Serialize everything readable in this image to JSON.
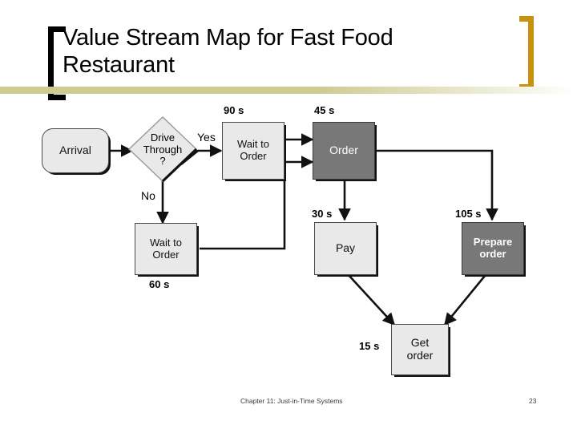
{
  "slide": {
    "title": "Value Stream Map for Fast Food Restaurant",
    "footer": "Chapter 11: Just-in-Time Systems",
    "page_number": "23",
    "accent_color": "#C89211",
    "rule_color": "#CDCB92"
  },
  "diagram": {
    "type": "flowchart",
    "nodes": [
      {
        "id": "arrival",
        "label": "Arrival",
        "shape": "rounded-rect",
        "fill": "light",
        "time": null
      },
      {
        "id": "decision",
        "label": "Drive Through ?",
        "shape": "diamond",
        "fill": "light",
        "time": null
      },
      {
        "id": "wait_top",
        "label": "Wait to Order",
        "shape": "rect",
        "fill": "light",
        "time": "90 s"
      },
      {
        "id": "order",
        "label": "Order",
        "shape": "rect",
        "fill": "dark",
        "time": "45 s"
      },
      {
        "id": "wait_bottom",
        "label": "Wait to Order",
        "shape": "rect",
        "fill": "light",
        "time": "60 s"
      },
      {
        "id": "pay",
        "label": "Pay",
        "shape": "rect",
        "fill": "light",
        "time": "30 s"
      },
      {
        "id": "prepare_order",
        "label": "Prepare order",
        "shape": "rect",
        "fill": "dark",
        "time": "105 s"
      },
      {
        "id": "get_order",
        "label": "Get order",
        "shape": "rect",
        "fill": "light",
        "time": "15 s"
      }
    ],
    "node_labels": {
      "arrival": "Arrival",
      "decision_line1": "Drive",
      "decision_line2": "Through",
      "decision_line3": "?",
      "wait_top_line1": "Wait to",
      "wait_top_line2": "Order",
      "order": "Order",
      "wait_bottom_line1": "Wait to",
      "wait_bottom_line2": "Order",
      "pay": "Pay",
      "prepare_line1": "Prepare",
      "prepare_line2": "order",
      "get_line1": "Get",
      "get_line2": "order"
    },
    "time_labels": {
      "wait_top": "90 s",
      "order": "45 s",
      "wait_bottom": "60 s",
      "pay": "30 s",
      "prepare_order": "105 s",
      "get_order": "15 s"
    },
    "edge_labels": {
      "yes": "Yes",
      "no": "No"
    },
    "edges": [
      {
        "from": "arrival",
        "to": "decision",
        "label": ""
      },
      {
        "from": "decision",
        "to": "wait_top",
        "label": "Yes"
      },
      {
        "from": "decision",
        "to": "wait_bottom",
        "label": "No"
      },
      {
        "from": "wait_top",
        "to": "order",
        "label": ""
      },
      {
        "from": "wait_bottom",
        "to": "order",
        "label": ""
      },
      {
        "from": "order",
        "to": "pay",
        "label": ""
      },
      {
        "from": "order",
        "to": "prepare_order",
        "label": ""
      },
      {
        "from": "pay",
        "to": "get_order",
        "label": ""
      },
      {
        "from": "prepare_order",
        "to": "get_order",
        "label": ""
      }
    ],
    "colors": {
      "light_fill": "#E9E9E9",
      "dark_fill": "#787878",
      "stroke": "#111111"
    }
  }
}
